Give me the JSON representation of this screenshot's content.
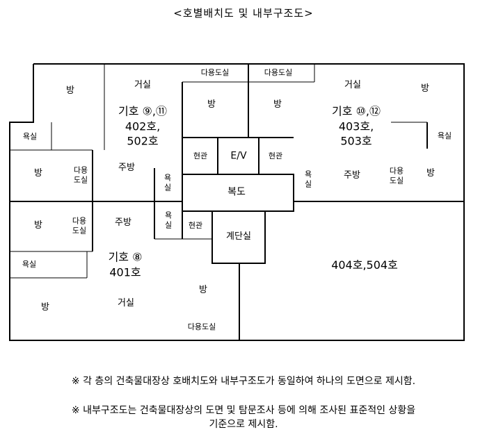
{
  "title": "<호별배치도 및 내부구조도>",
  "rooms": {
    "bang": "방",
    "geosil": "거실",
    "jubang": "주방",
    "yoksil": "욕실",
    "yoksil_vertical": "욕\n실",
    "dayong_dosil": "다용도실",
    "dayong_dosil_stacked": "다용\n도실",
    "hyeongwan": "현관",
    "ev": "E/V",
    "bokdo": "복도",
    "gyedansil": "계단실"
  },
  "units": {
    "unit_9_11": "기호 ⑨,⑪\n402호,\n502호",
    "unit_10_12": "기호 ⑩,⑫\n403호,\n503호",
    "unit_8": "기호 ⑧\n401호",
    "unit_404_504": "404호,504호"
  },
  "notes": {
    "note1": "※ 각 층의 건축물대장상 호배치도와 내부구조도가 동일하여 하나의 도면으로 제시함.",
    "note2": "※ 내부구조도는 건축물대장상의 도면 및 탐문조사 등에 의해 조사된 표준적인 상황을\n기준으로 제시함."
  }
}
